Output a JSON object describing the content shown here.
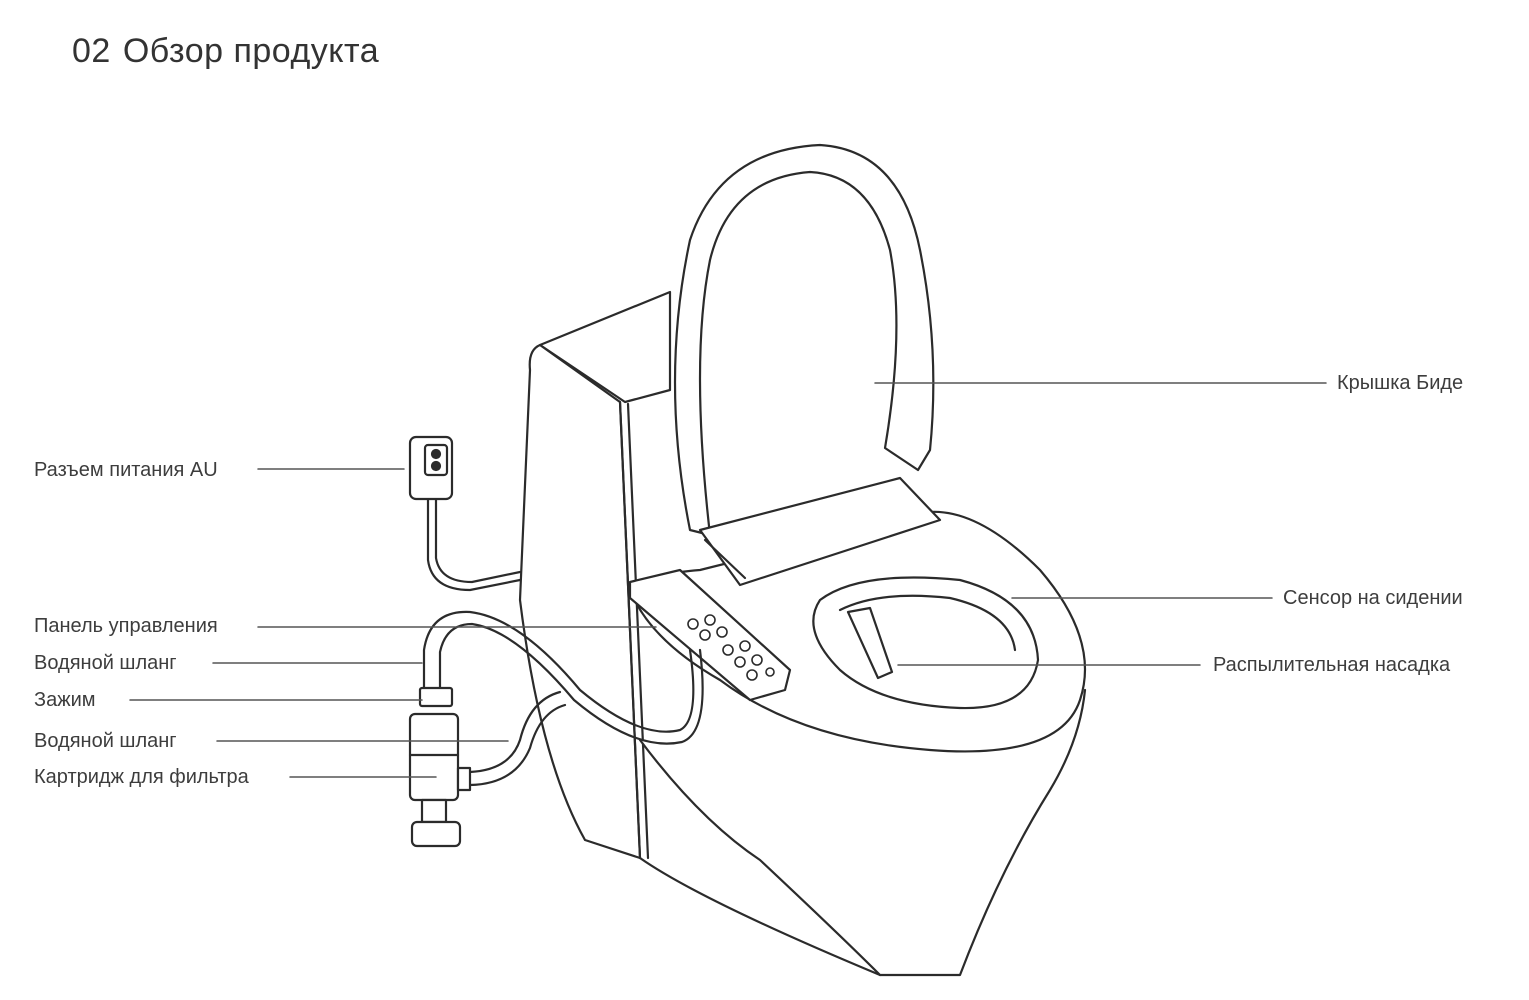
{
  "header": {
    "number": "02",
    "title": "Обзор продукта"
  },
  "labels": {
    "bidet_lid": "Крышка Биде",
    "power_plug": "Разъем питания AU",
    "seat_sensor": "Сенсор на сидении",
    "control_panel": "Панель управления",
    "spray_nozzle": "Распылительная насадка",
    "water_hose_1": "Водяной шланг",
    "clamp": "Зажим",
    "water_hose_2": "Водяной шланг",
    "filter_cartridge": "Картридж для фильтра"
  }
}
